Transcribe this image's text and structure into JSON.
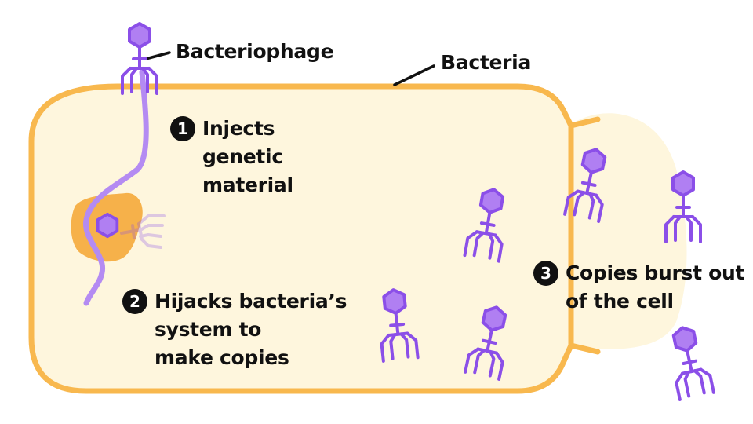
{
  "labels": {
    "bacteriophage": "Bacteriophage",
    "bacteria": "Bacteria"
  },
  "steps": [
    {
      "number": "1",
      "lines": [
        "Injects",
        "genetic",
        "material"
      ]
    },
    {
      "number": "2",
      "lines": [
        "Hijacks bacteria’s",
        "system to",
        "make copies"
      ]
    },
    {
      "number": "3",
      "lines": [
        "Copies burst out",
        "of the cell"
      ]
    }
  ],
  "colors": {
    "cell_fill": "#FEF6DD",
    "cell_outline": "#F8B84E",
    "phage": "#8B4FE8",
    "phage_head": "#B07FF2",
    "genetic_material": "#B48BF2",
    "host_dna": "#F6B14A",
    "label_text": "#111111",
    "badge": "#111111"
  }
}
